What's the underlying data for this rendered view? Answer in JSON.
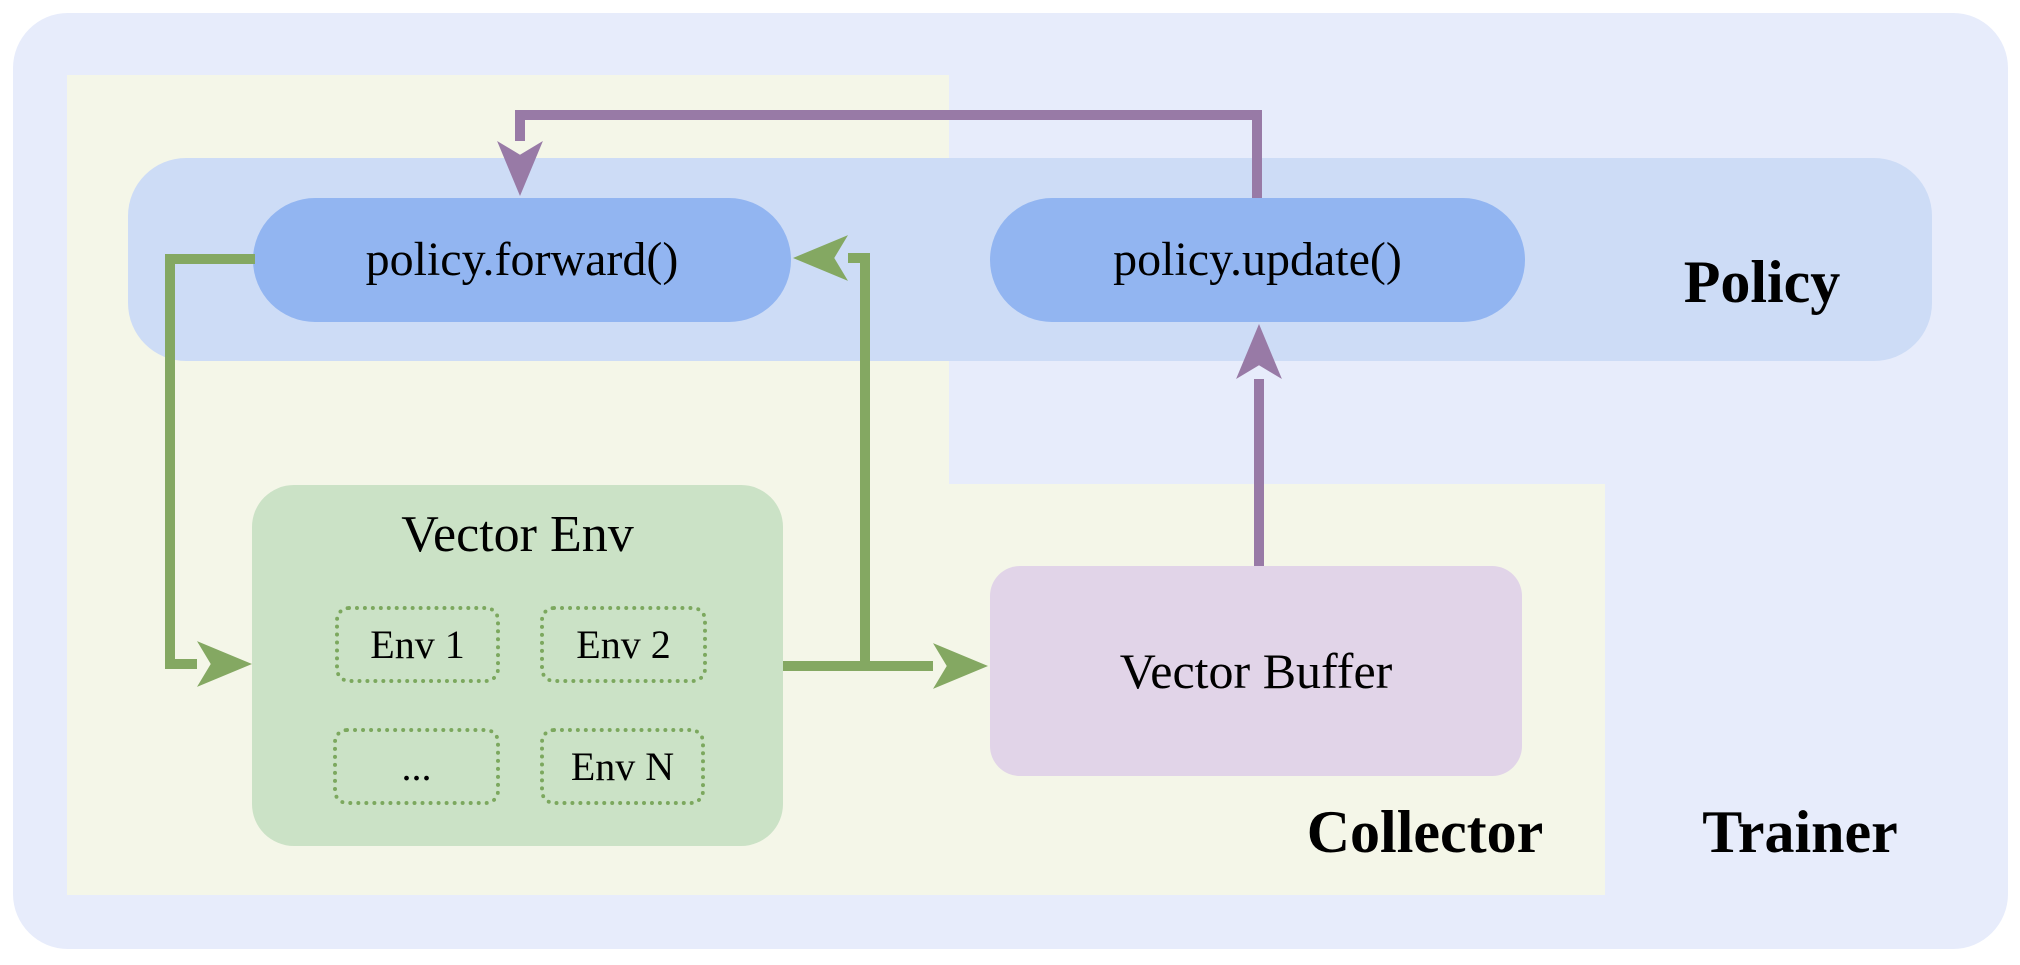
{
  "diagram": {
    "containers": {
      "trainer": {
        "label": "Trainer"
      },
      "collector": {
        "label": "Collector"
      },
      "policy": {
        "label": "Policy"
      }
    },
    "nodes": {
      "policy_forward": {
        "label": "policy.forward()"
      },
      "policy_update": {
        "label": "policy.update()"
      },
      "vector_env": {
        "title": "Vector Env",
        "envs": [
          "Env 1",
          "Env 2",
          "...",
          "Env N"
        ]
      },
      "vector_buffer": {
        "label": "Vector Buffer"
      }
    },
    "edges": [
      {
        "from": "policy.forward()",
        "to": "Vector Env",
        "color": "green"
      },
      {
        "from": "Vector Env",
        "to": "Vector Buffer",
        "color": "green"
      },
      {
        "from": "Vector Env",
        "to": "policy.forward()",
        "color": "green"
      },
      {
        "from": "Vector Buffer",
        "to": "policy.update()",
        "color": "purple"
      },
      {
        "from": "policy.update()",
        "to": "policy.forward()",
        "color": "purple"
      }
    ],
    "colors": {
      "trainer_bg": "#e7ecfb",
      "collector_bg": "#f4f6e8",
      "policy_band_bg": "#cddcf6",
      "pill_bg": "#92b5f1",
      "env_box_bg": "#cbe2c6",
      "env_chip_border": "#7ca85e",
      "buffer_bg": "#e1d4e8",
      "arrow_green": "#84a862",
      "arrow_purple": "#987aa6",
      "text_color": "#000000"
    }
  }
}
